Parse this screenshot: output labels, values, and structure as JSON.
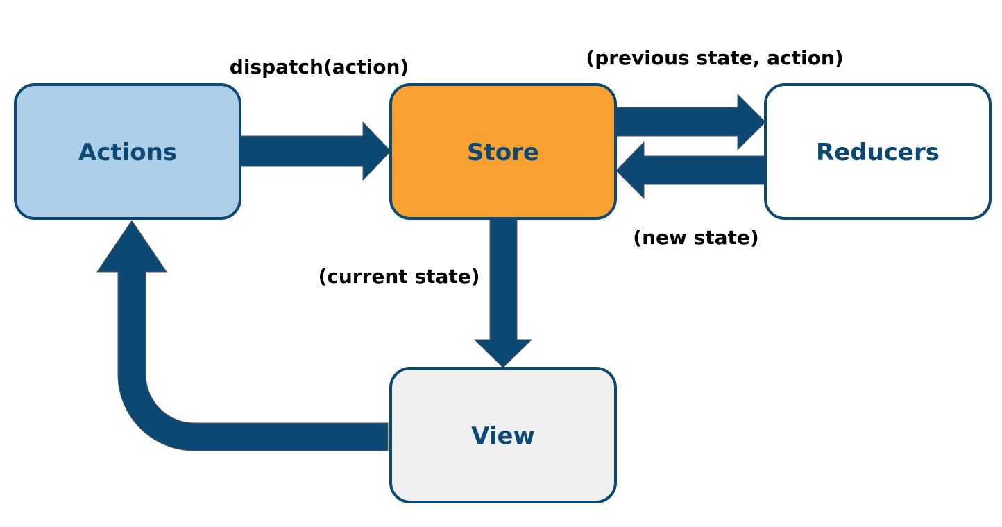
{
  "colors": {
    "arrow": "#0B4873",
    "border": "#0B4873",
    "text": "#0B4873",
    "actions_fill": "#AECFEA",
    "store_fill": "#FAA131",
    "reducers_fill": "#FFFFFF",
    "view_fill": "#EFEFEF"
  },
  "nodes": {
    "actions": "Actions",
    "store": "Store",
    "reducers": "Reducers",
    "view": "View"
  },
  "edges": {
    "dispatch": "dispatch(action)",
    "previous_state": "(previous state, action)",
    "new_state": "(new state)",
    "current_state": "(current state)"
  }
}
